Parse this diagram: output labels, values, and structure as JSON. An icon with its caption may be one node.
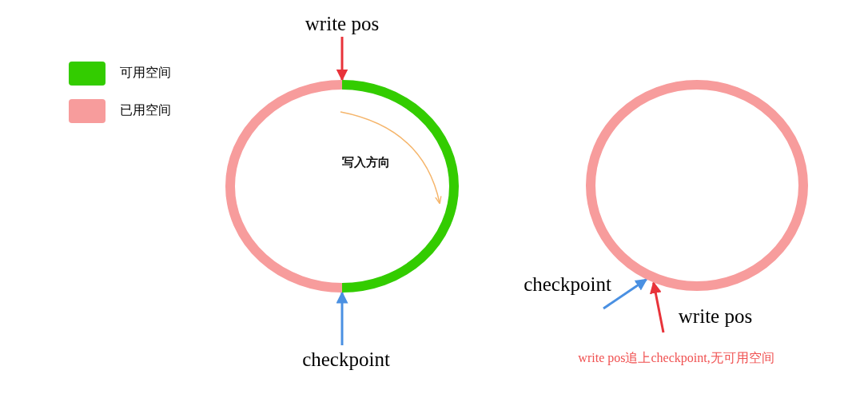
{
  "diagram": {
    "nodes": [
      {
        "text": [
          "write pos"
        ]
      },
      {
        "text": [],
        "shape": "circle"
      },
      {
        "text": [
          "checkpoint"
        ]
      },
      {
        "text": [
          "checkpoint"
        ]
      },
      {
        "text": [
          "write pos"
        ]
      },
      {
        "text": [],
        "shape": "circle"
      }
    ],
    "edges": [
      {
        "from": 0,
        "to": 1,
        "arrow": "to",
        "color": "#e8333a"
      },
      {
        "from": 2,
        "to": 1,
        "arrow": "to",
        "color": "#4a90e2"
      },
      {
        "from": 3,
        "to": 5,
        "arrow": "to",
        "color": "#4a90e2"
      },
      {
        "from": 4,
        "to": 5,
        "arrow": "to",
        "color": "#e8333a"
      }
    ],
    "labels": [
      "写入方向",
      "write pos追上checkpoint,无可用空间"
    ],
    "legend": [
      {
        "text": "可用空间",
        "color": "#33cc00"
      },
      {
        "text": "已用空间",
        "color": "#f79c9c"
      }
    ]
  }
}
